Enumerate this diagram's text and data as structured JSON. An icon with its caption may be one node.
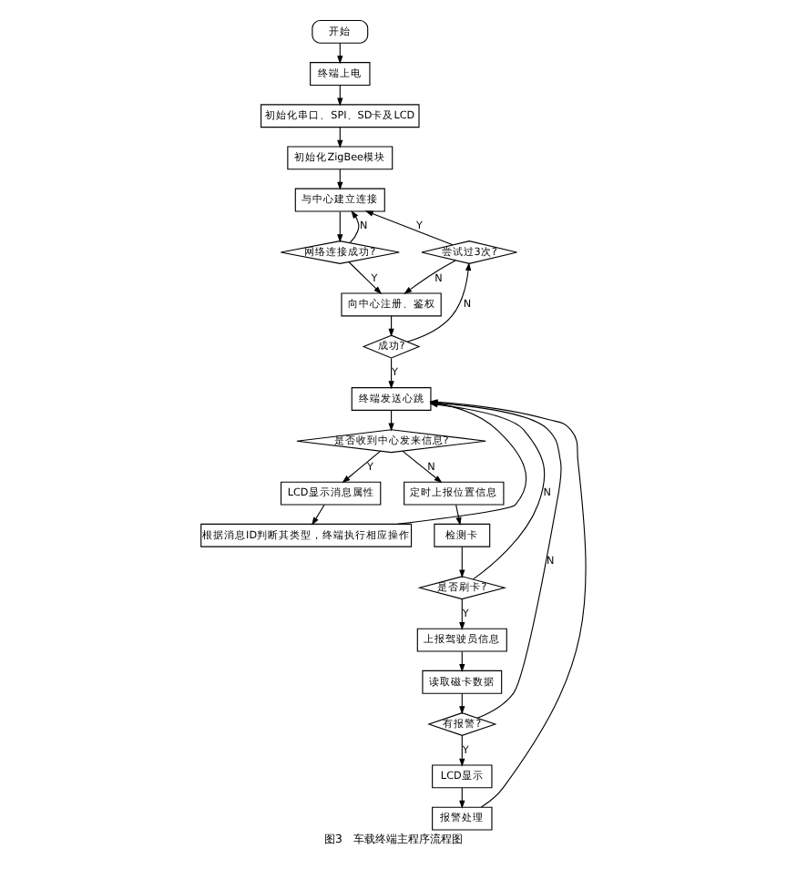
{
  "diagram": {
    "caption": "图3　车载终端主程序流程图",
    "nodes": [
      {
        "text": [
          "开始"
        ]
      },
      {
        "text": [
          "终端上电"
        ]
      },
      {
        "text": [
          "初始化串口、SPI、SD卡及LCD"
        ]
      },
      {
        "text": [
          "初始化ZigBee模块"
        ]
      },
      {
        "text": [
          "与中心建立连接"
        ]
      },
      {
        "text": [
          "网络连接成功?"
        ]
      },
      {
        "text": [
          "尝试过3次?"
        ]
      },
      {
        "text": [
          "向中心注册、鉴权"
        ]
      },
      {
        "text": [
          "成功?"
        ]
      },
      {
        "text": [
          "终端发送心跳"
        ]
      },
      {
        "text": [
          "是否收到中心发来信息?"
        ]
      },
      {
        "text": [
          "LCD显示消息属性"
        ]
      },
      {
        "text": [
          "根据消息ID判断其类型，终端执行相应操作"
        ]
      },
      {
        "text": [
          "定时上报位置信息"
        ]
      },
      {
        "text": [
          "检测卡"
        ]
      },
      {
        "text": [
          "是否刷卡?"
        ]
      },
      {
        "text": [
          "上报驾驶员信息"
        ]
      },
      {
        "text": [
          "读取磁卡数据"
        ]
      },
      {
        "text": [
          "有报警?"
        ]
      },
      {
        "text": [
          "LCD显示"
        ]
      },
      {
        "text": [
          "报警处理"
        ]
      }
    ],
    "edges": [
      {
        "from": 0,
        "to": 1,
        "arrow": "to"
      },
      {
        "from": 1,
        "to": 2,
        "arrow": "to"
      },
      {
        "from": 2,
        "to": 3,
        "arrow": "to"
      },
      {
        "from": 3,
        "to": 4,
        "arrow": "to"
      },
      {
        "from": 4,
        "to": 5,
        "arrow": "to"
      },
      {
        "from": 5,
        "to": 4,
        "label": "N",
        "arrow": "to"
      },
      {
        "from": 5,
        "to": 7,
        "label": "Y",
        "arrow": "to"
      },
      {
        "from": 6,
        "to": 4,
        "label": "Y",
        "arrow": "to"
      },
      {
        "from": 6,
        "to": 7,
        "label": "N",
        "arrow": "to"
      },
      {
        "from": 7,
        "to": 8,
        "arrow": "to"
      },
      {
        "from": 8,
        "to": 6,
        "label": "N",
        "arrow": "to"
      },
      {
        "from": 8,
        "to": 9,
        "label": "Y",
        "arrow": "to"
      },
      {
        "from": 9,
        "to": 10,
        "arrow": "to"
      },
      {
        "from": 10,
        "to": 11,
        "label": "Y",
        "arrow": "to"
      },
      {
        "from": 10,
        "to": 13,
        "label": "N",
        "arrow": "to"
      },
      {
        "from": 11,
        "to": 12,
        "arrow": "to"
      },
      {
        "from": 12,
        "to": 9,
        "arrow": "to"
      },
      {
        "from": 13,
        "to": 14,
        "arrow": "to"
      },
      {
        "from": 14,
        "to": 15,
        "arrow": "to"
      },
      {
        "from": 15,
        "to": 16,
        "label": "Y",
        "arrow": "to"
      },
      {
        "from": 15,
        "to": 9,
        "label": "N",
        "arrow": "to"
      },
      {
        "from": 16,
        "to": 17,
        "arrow": "to"
      },
      {
        "from": 17,
        "to": 18,
        "arrow": "to"
      },
      {
        "from": 18,
        "to": 19,
        "label": "Y",
        "arrow": "to"
      },
      {
        "from": 18,
        "to": 9,
        "label": "N",
        "arrow": "to"
      },
      {
        "from": 19,
        "to": 20,
        "arrow": "to"
      },
      {
        "from": 20,
        "to": 9,
        "arrow": "to"
      }
    ]
  }
}
